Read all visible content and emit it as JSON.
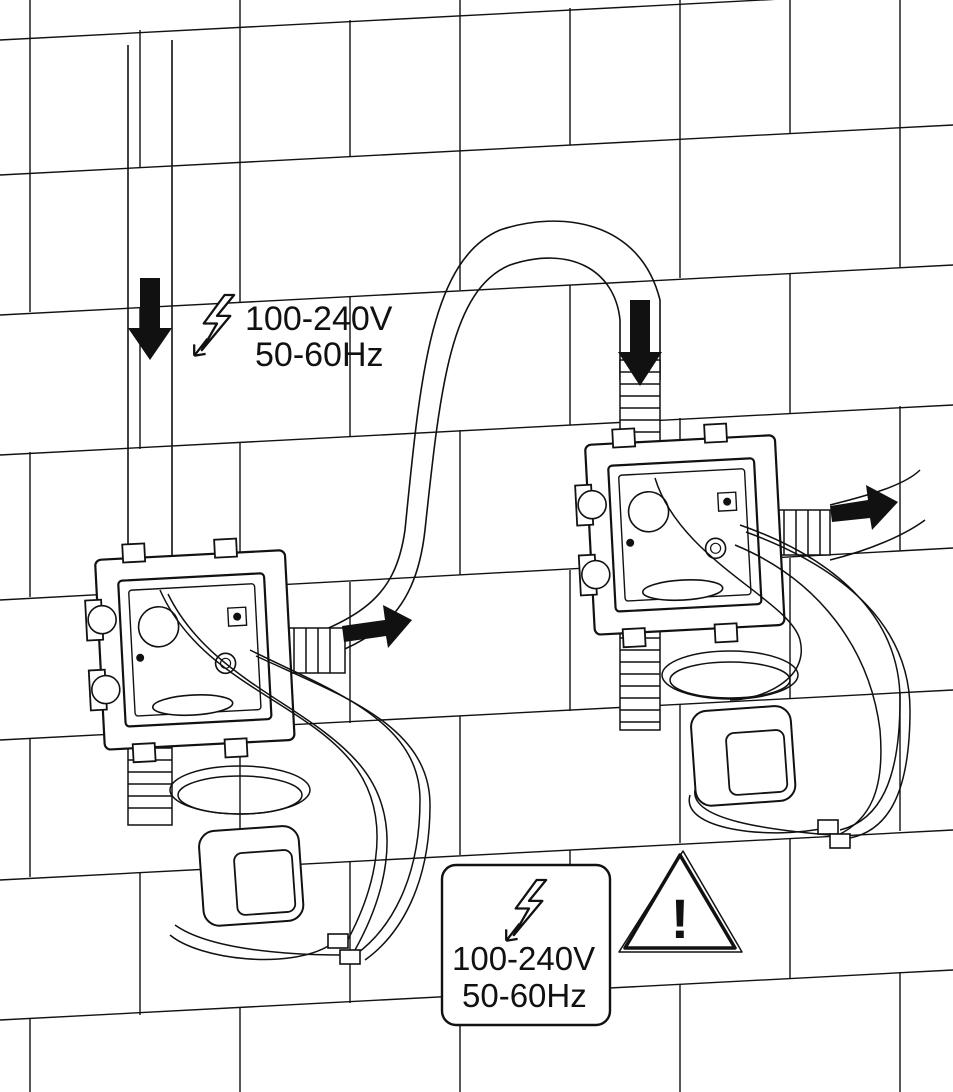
{
  "colors": {
    "line": "#111111",
    "wire": "#9a9a9a",
    "box": "#ffffff",
    "arrow": "#111111"
  },
  "top_label": {
    "voltage": "100-240V",
    "frequency": "50-60Hz",
    "icon": "lightning-bolt-icon"
  },
  "bottom_label": {
    "voltage": "100-240V",
    "frequency": "50-60Hz",
    "icon": "lightning-bolt-icon"
  },
  "warning": {
    "icon": "warning-triangle-icon",
    "symbol": "!"
  }
}
